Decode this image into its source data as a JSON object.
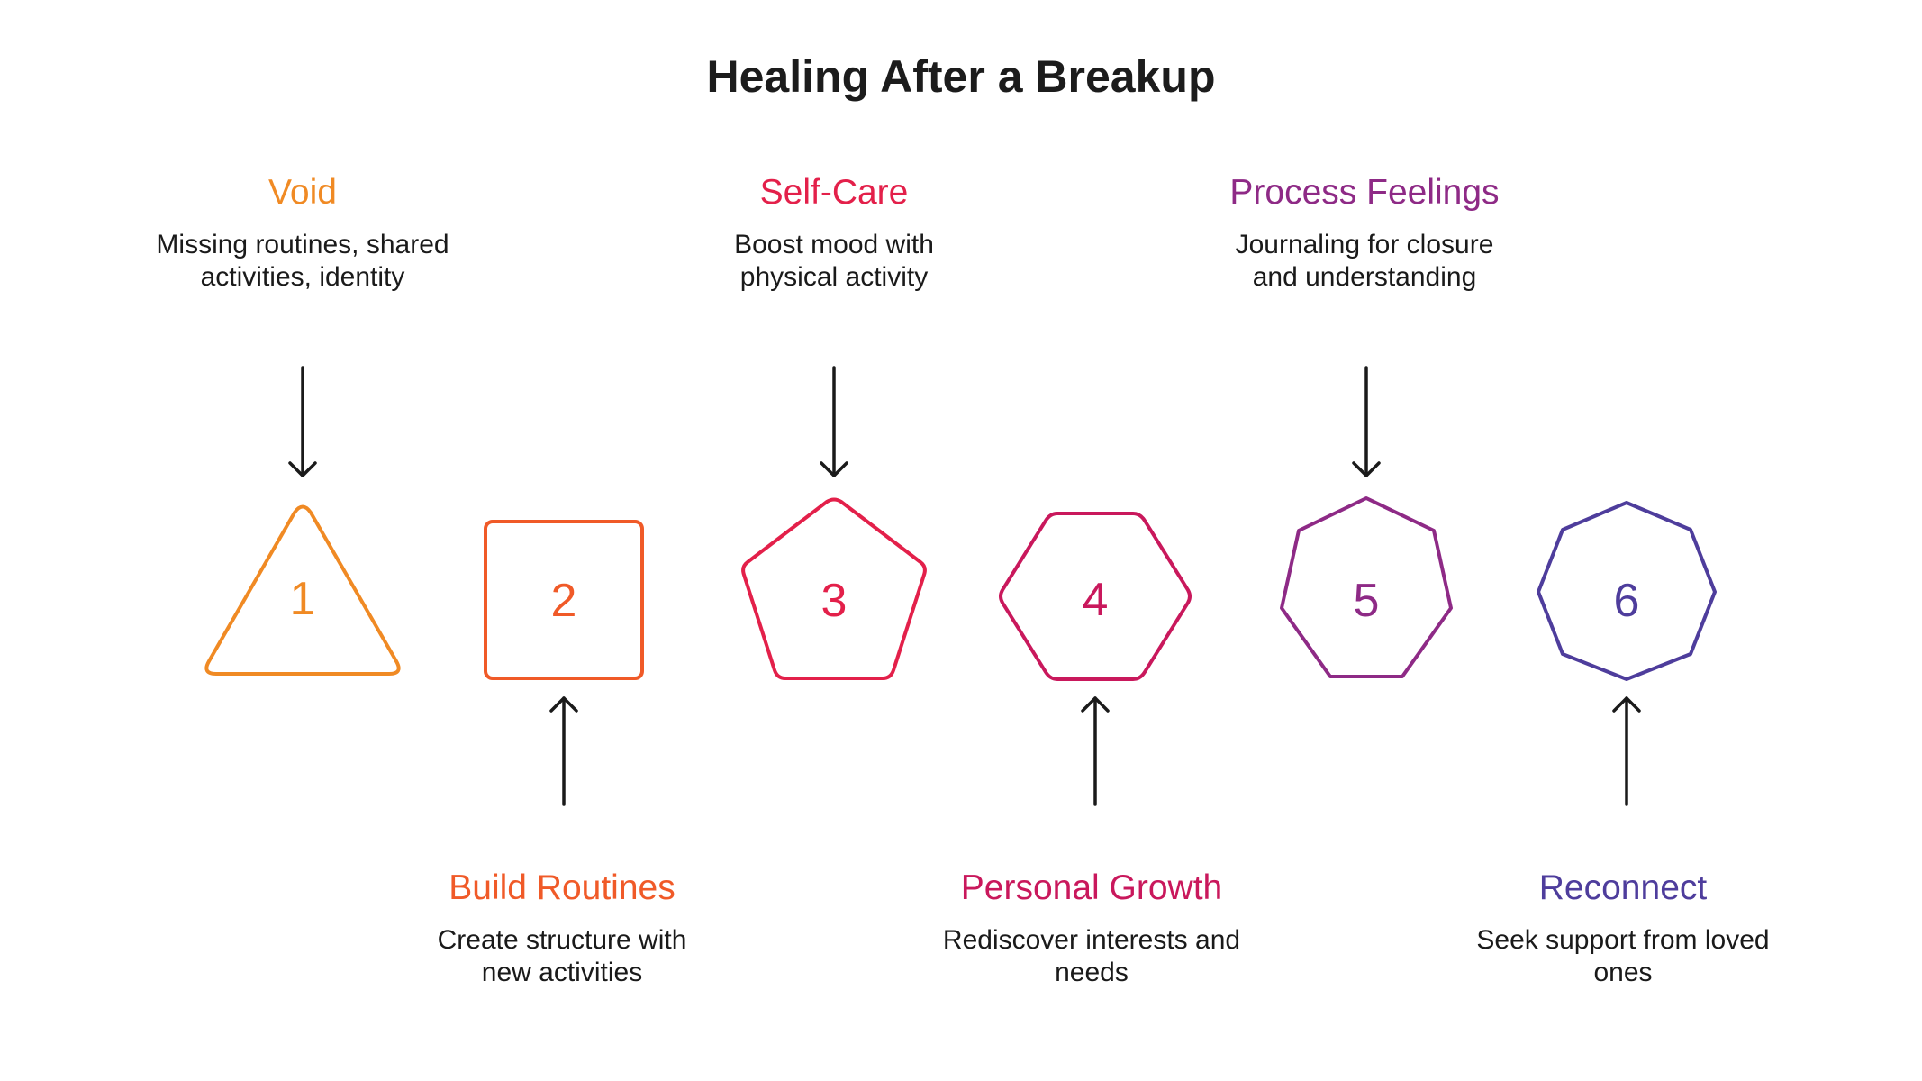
{
  "title": "Healing After a Breakup",
  "colors": {
    "step1": "#F08A24",
    "step2": "#F05A28",
    "step3": "#E3204A",
    "step4": "#C9185C",
    "step5": "#8E2A86",
    "step6": "#4E3D9C",
    "arrow": "#1a1a1a"
  },
  "steps": [
    {
      "number": "1",
      "shape": "triangle",
      "title": "Void",
      "desc_line1": "Missing routines, shared",
      "desc_line2": "activities, identity",
      "label_position": "top"
    },
    {
      "number": "2",
      "shape": "square",
      "title": "Build Routines",
      "desc_line1": "Create structure with",
      "desc_line2": "new activities",
      "label_position": "bottom"
    },
    {
      "number": "3",
      "shape": "pentagon",
      "title": "Self-Care",
      "desc_line1": "Boost mood with",
      "desc_line2": "physical activity",
      "label_position": "top"
    },
    {
      "number": "4",
      "shape": "hexagon",
      "title": "Personal Growth",
      "desc_line1": "Rediscover interests and",
      "desc_line2": "needs",
      "label_position": "bottom"
    },
    {
      "number": "5",
      "shape": "heptagon",
      "title": "Process Feelings",
      "desc_line1": "Journaling for closure",
      "desc_line2": "and understanding",
      "label_position": "top"
    },
    {
      "number": "6",
      "shape": "octagon",
      "title": "Reconnect",
      "desc_line1": "Seek support from loved",
      "desc_line2": "ones",
      "label_position": "bottom"
    }
  ]
}
